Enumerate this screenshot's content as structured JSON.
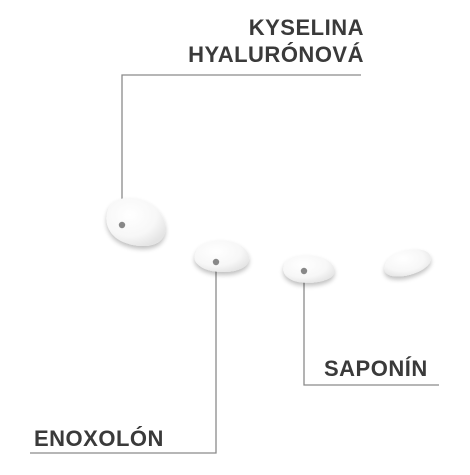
{
  "labels": {
    "ingredient_1_line_1": "KYSELINA",
    "ingredient_1_line_2": "HYALURÓNOVÁ",
    "ingredient_2": "ENOXOLÓN",
    "ingredient_3": "SAPONÍN"
  },
  "colors": {
    "text": "#3a3a3a",
    "leader_line": "#8a8a8a",
    "marker_dot": "#888888",
    "droplet_fill": "#fbfbfb",
    "droplet_shadow": "#d9d9d9"
  }
}
